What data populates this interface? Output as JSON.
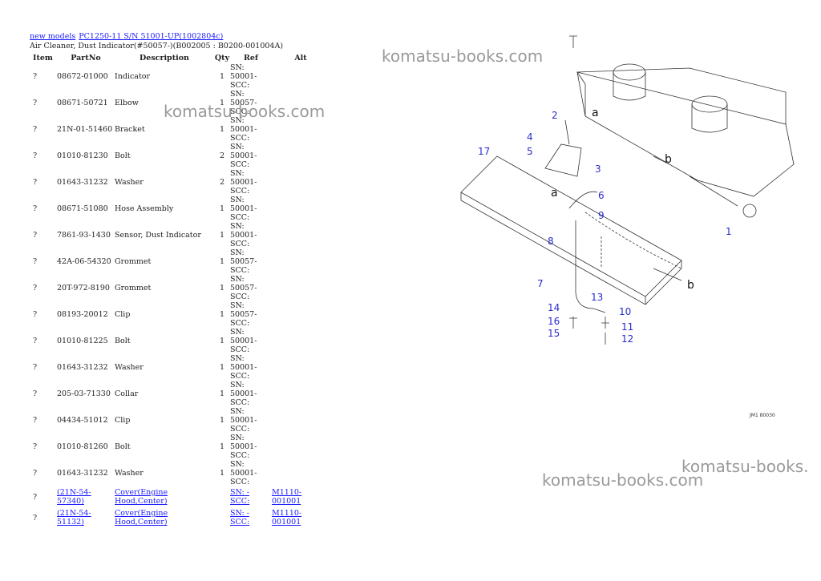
{
  "breadcrumb": {
    "link1": "new models",
    "link2": "PC1250-11 S/N 51001-UP(1002804c)"
  },
  "subtitle": "Air Cleaner, Dust Indicator(#50057-)(B002005 : B0200-001004A)",
  "columns": [
    "Item",
    "PartNo",
    "Description",
    "Qty",
    "Ref",
    "Alt"
  ],
  "rows": [
    {
      "item": "?",
      "part": "08672-01000",
      "desc": "Indicator",
      "qty": "1",
      "ref1": "SN: 50001-",
      "ref2": "SCC:",
      "alt": ""
    },
    {
      "item": "?",
      "part": "08671-50721",
      "desc": "Elbow",
      "qty": "1",
      "ref1": "SN: 50057-",
      "ref2": "SCC:",
      "alt": ""
    },
    {
      "item": "?",
      "part": "21N-01-51460",
      "desc": "Bracket",
      "qty": "1",
      "ref1": "SN: 50001-",
      "ref2": "SCC:",
      "alt": ""
    },
    {
      "item": "?",
      "part": "01010-81230",
      "desc": "Bolt",
      "qty": "2",
      "ref1": "SN: 50001-",
      "ref2": "SCC:",
      "alt": ""
    },
    {
      "item": "?",
      "part": "01643-31232",
      "desc": "Washer",
      "qty": "2",
      "ref1": "SN: 50001-",
      "ref2": "SCC:",
      "alt": ""
    },
    {
      "item": "?",
      "part": "08671-51080",
      "desc": "Hose Assembly",
      "qty": "1",
      "ref1": "SN: 50001-",
      "ref2": "SCC:",
      "alt": ""
    },
    {
      "item": "?",
      "part": "7861-93-1430",
      "desc": "Sensor, Dust Indicator",
      "qty": "1",
      "ref1": "SN: 50001-",
      "ref2": "SCC:",
      "alt": ""
    },
    {
      "item": "?",
      "part": "42A-06-54320",
      "desc": "Grommet",
      "qty": "1",
      "ref1": "SN: 50057-",
      "ref2": "SCC:",
      "alt": ""
    },
    {
      "item": "?",
      "part": "20T-972-8190",
      "desc": "Grommet",
      "qty": "1",
      "ref1": "SN: 50057-",
      "ref2": "SCC:",
      "alt": ""
    },
    {
      "item": "?",
      "part": "08193-20012",
      "desc": "Clip",
      "qty": "1",
      "ref1": "SN: 50057-",
      "ref2": "SCC:",
      "alt": ""
    },
    {
      "item": "?",
      "part": "01010-81225",
      "desc": "Bolt",
      "qty": "1",
      "ref1": "SN: 50001-",
      "ref2": "SCC:",
      "alt": ""
    },
    {
      "item": "?",
      "part": "01643-31232",
      "desc": "Washer",
      "qty": "1",
      "ref1": "SN: 50001-",
      "ref2": "SCC:",
      "alt": ""
    },
    {
      "item": "?",
      "part": "205-03-71330",
      "desc": "Collar",
      "qty": "1",
      "ref1": "SN: 50001-",
      "ref2": "SCC:",
      "alt": ""
    },
    {
      "item": "?",
      "part": "04434-51012",
      "desc": "Clip",
      "qty": "1",
      "ref1": "SN: 50001-",
      "ref2": "SCC:",
      "alt": ""
    },
    {
      "item": "?",
      "part": "01010-81260",
      "desc": "Bolt",
      "qty": "1",
      "ref1": "SN: 50001-",
      "ref2": "SCC:",
      "alt": ""
    },
    {
      "item": "?",
      "part": "01643-31232",
      "desc": "Washer",
      "qty": "1",
      "ref1": "SN: 50001-",
      "ref2": "SCC:",
      "alt": ""
    }
  ],
  "link_rows": [
    {
      "item": "?",
      "part": "(21N-54-57340)",
      "desc": "Cover(Engine Hood,Center)",
      "qty": "",
      "ref1": "SN: -",
      "ref2": "SCC:",
      "alt": "M1110-001001"
    },
    {
      "item": "?",
      "part": "(21N-54-51132)",
      "desc": "Cover(Engine Hood,Center)",
      "qty": "",
      "ref1": "SN: -",
      "ref2": "SCC:",
      "alt": "M1110-001001"
    }
  ],
  "watermarks": [
    "komatsu-books.com",
    "komatsu-books.com",
    "komatsu-books.",
    "komatsu-books.com"
  ],
  "diagram": {
    "callouts": [
      "1",
      "2",
      "3",
      "4",
      "5",
      "6",
      "7",
      "8",
      "9",
      "10",
      "11",
      "12",
      "13",
      "14",
      "15",
      "16",
      "17"
    ],
    "arrows": [
      "a",
      "a",
      "b",
      "b"
    ],
    "code": "JM1 80030"
  },
  "colors": {
    "link": "#1a1aff",
    "callout": "#2a2acc",
    "watermark": "#9a9a9a"
  }
}
